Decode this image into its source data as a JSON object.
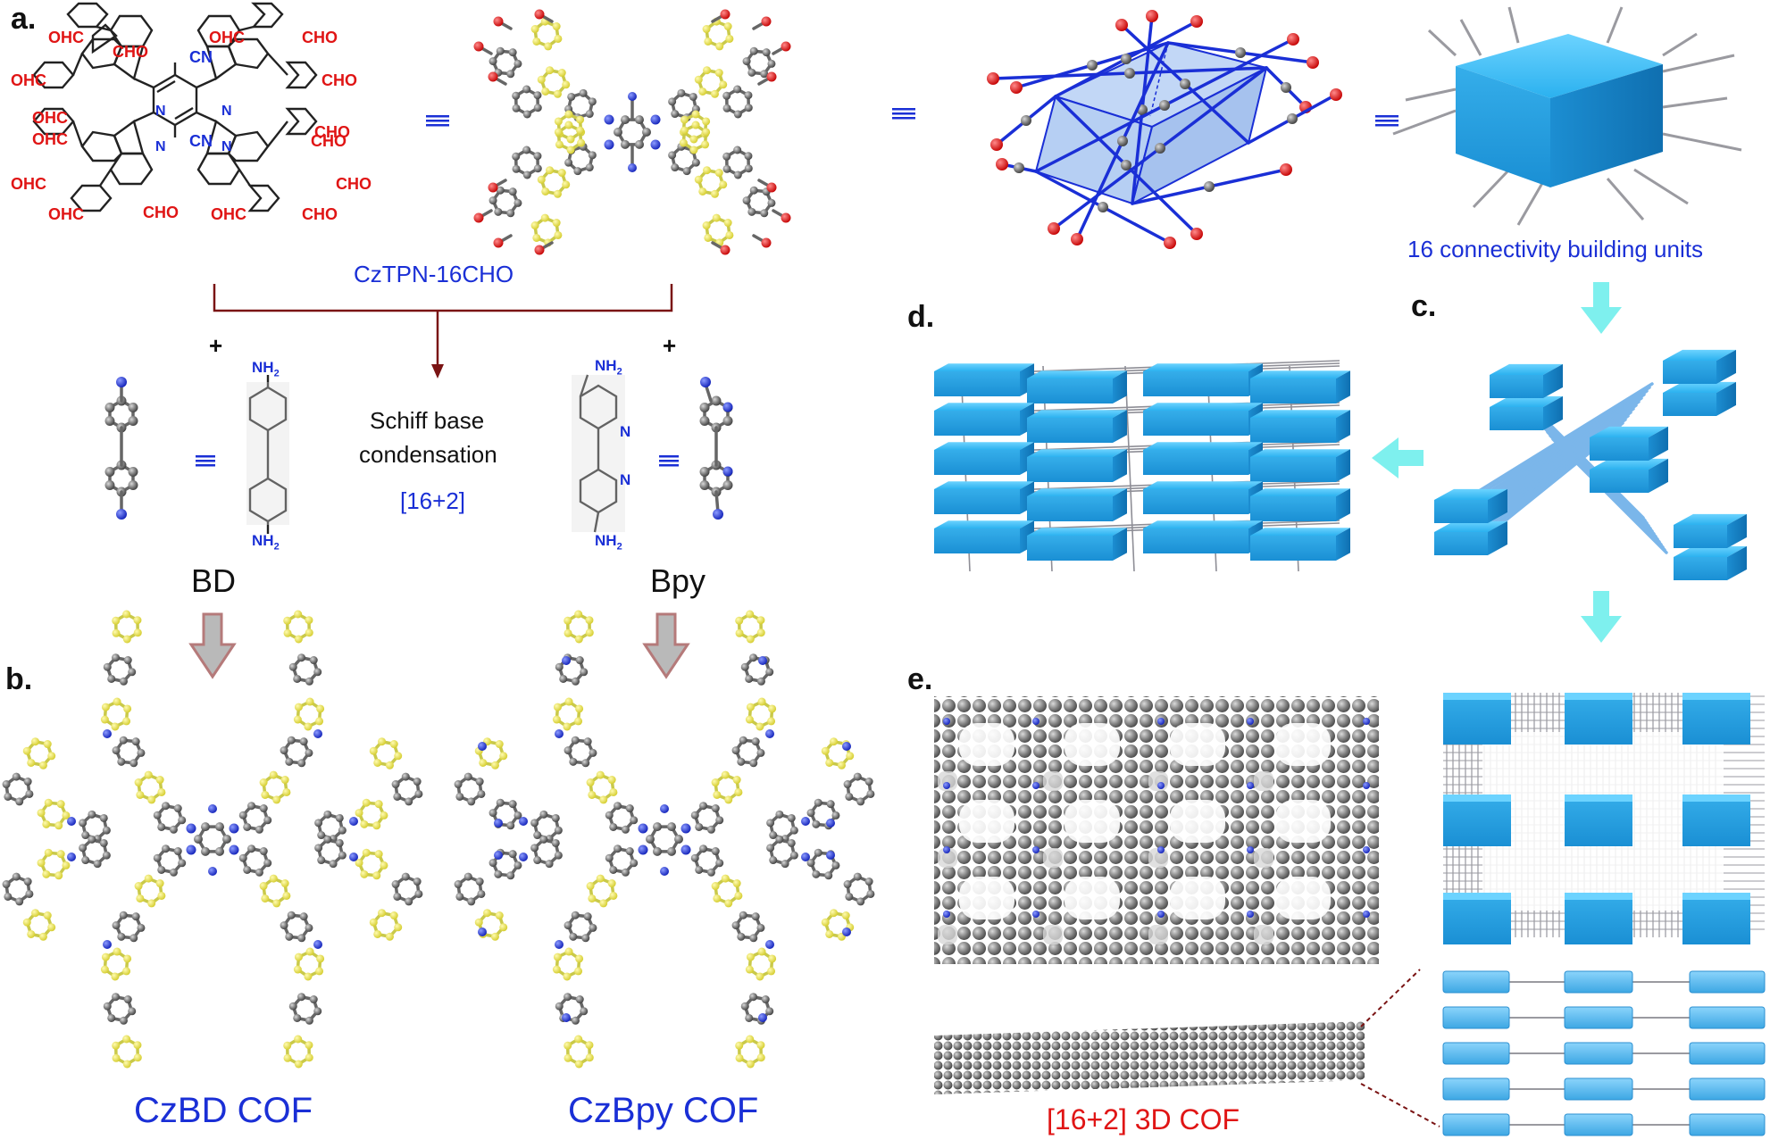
{
  "panels": {
    "a": "a.",
    "b": "b.",
    "c": "c.",
    "d": "d.",
    "e": "e."
  },
  "monomer": {
    "name": "CzTPN-16CHO",
    "cho_left": [
      "OHC",
      "OHC",
      "OHC",
      "OHC",
      "OHC",
      "OHC",
      "OHC",
      "OHC"
    ],
    "cho_right": [
      "CHO",
      "CHO",
      "CHO",
      "CHO",
      "CHO",
      "CHO",
      "CHO",
      "CHO"
    ],
    "cn_top": "CN",
    "cn_bottom": "CN",
    "n_atom": "N"
  },
  "equals_sign": "≡",
  "building_unit_label": "16 connectivity building units",
  "reaction": {
    "plus": "+",
    "line1": "Schiff base",
    "line2": "condensation",
    "ratio": "[16+2]"
  },
  "linkers": {
    "bd": {
      "label": "BD",
      "nh2": "NH",
      "sub": "2"
    },
    "bpy": {
      "label": "Bpy",
      "nh2": "NH",
      "sub": "2",
      "n_atom": "N"
    }
  },
  "products": {
    "cofs": [
      "CzBD COF",
      "CzBpy COF"
    ],
    "framework": "[16+2] 3D COF"
  },
  "colors": {
    "blue_text": "#1a2fd6",
    "red_text": "#e01515",
    "arrow_dark_red": "#7a1414",
    "cube_blue": "#1fa3e8",
    "cyan_arrow": "#7ef0ee",
    "pink_arrow": "#c48d8d"
  }
}
